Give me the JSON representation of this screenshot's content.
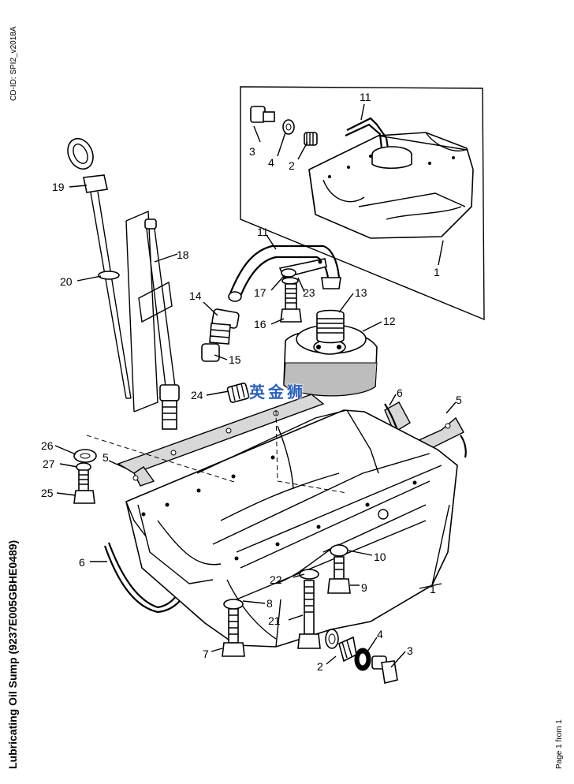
{
  "document": {
    "cd_id": "CD-ID: SPI2_v2018A",
    "side_title": "Lubricating Oil Sump (9237E005GBHE0489)",
    "page_of": "Page 1 from 1",
    "watermark": "英金狮"
  },
  "callouts": [
    "1",
    "1",
    "2",
    "2",
    "3",
    "3",
    "4",
    "4",
    "5",
    "5",
    "6",
    "6",
    "7",
    "8",
    "9",
    "10",
    "11",
    "11",
    "12",
    "13",
    "14",
    "15",
    "16",
    "17",
    "18",
    "19",
    "20",
    "21",
    "22",
    "23",
    "24",
    "25",
    "26",
    "27"
  ],
  "icons": {
    "diagram": "exploded-parts-diagram-icon"
  }
}
